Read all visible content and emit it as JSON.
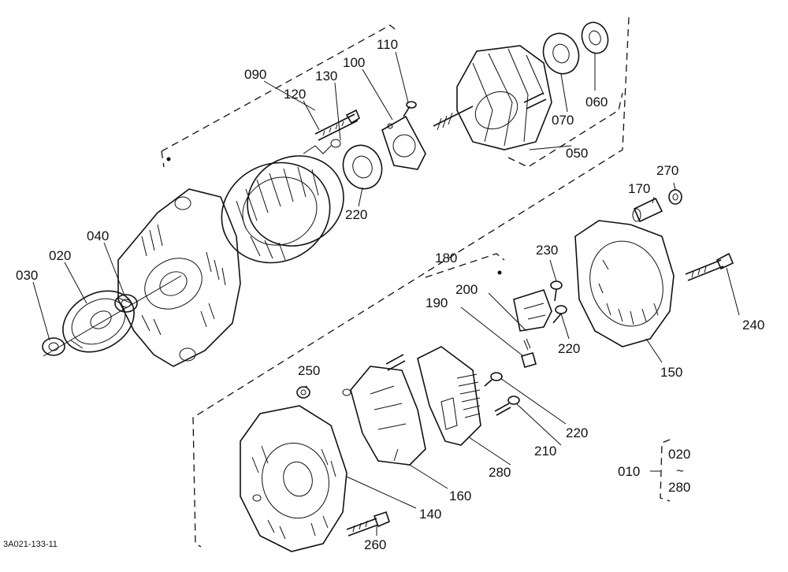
{
  "document_code": "3A021-133-11",
  "callouts": {
    "p010": "010",
    "p020": "020",
    "p030": "030",
    "p040": "040",
    "p050": "050",
    "p060": "060",
    "p070": "070",
    "p090": "090",
    "p100": "100",
    "p110": "110",
    "p120": "120",
    "p130": "130",
    "p140": "140",
    "p150": "150",
    "p160": "160",
    "p170": "170",
    "p180": "180",
    "p190": "190",
    "p200": "200",
    "p210": "210",
    "p220_a": "220",
    "p220_b": "220",
    "p220_c": "220",
    "p230": "230",
    "p240": "240",
    "p250": "250",
    "p260": "260",
    "p270": "270",
    "p280": "280"
  },
  "legend": {
    "from": "020",
    "tilde": "~",
    "to": "280"
  }
}
